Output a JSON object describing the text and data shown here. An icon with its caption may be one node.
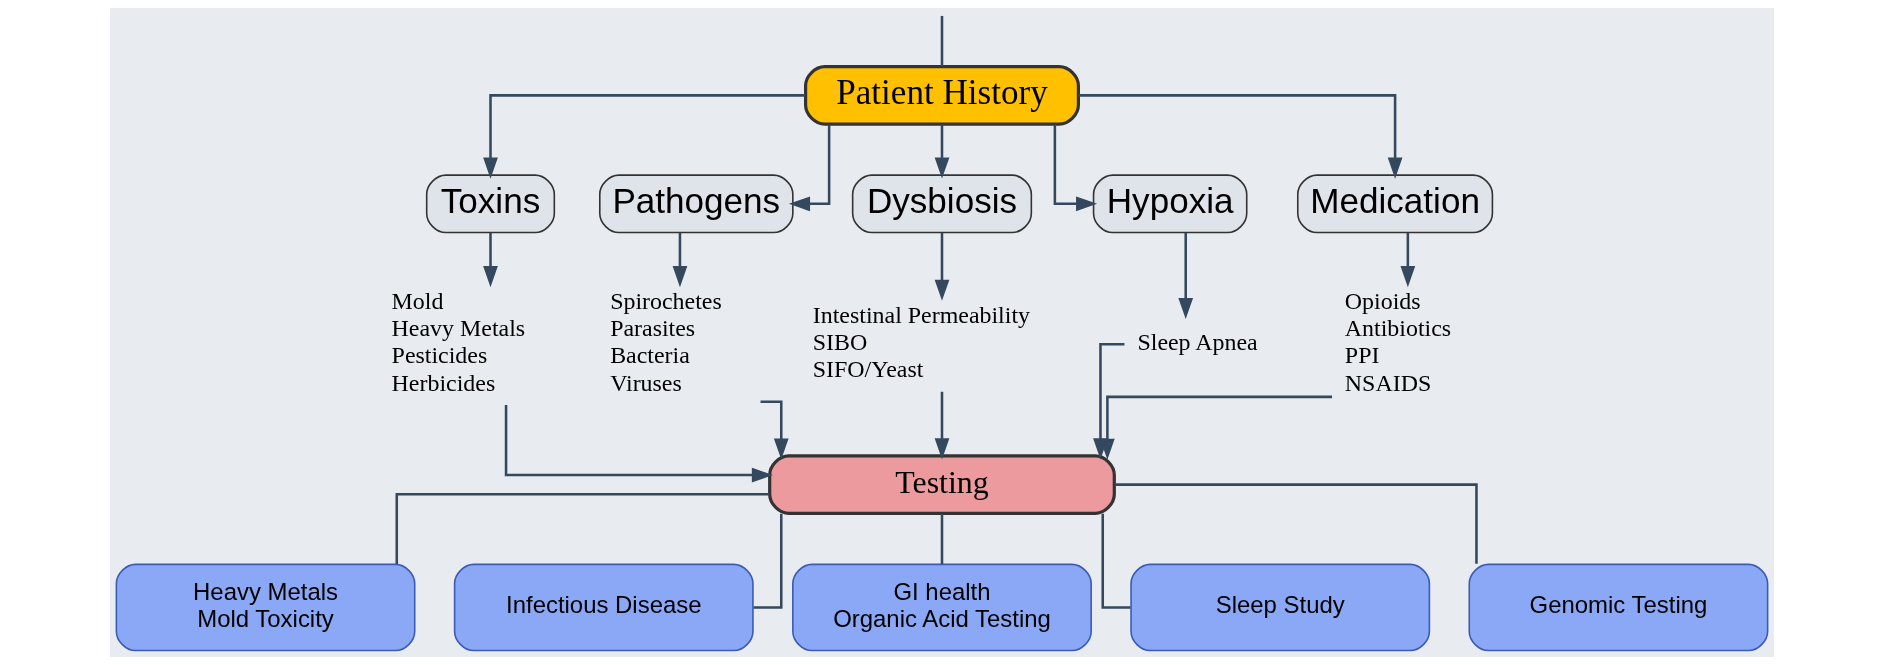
{
  "diagram": {
    "nodes": [
      {
        "text": [
          "Patient History"
        ]
      },
      {
        "text": [
          "Toxins"
        ]
      },
      {
        "text": [
          "Pathogens"
        ]
      },
      {
        "text": [
          "Dysbiosis"
        ]
      },
      {
        "text": [
          "Hypoxia"
        ]
      },
      {
        "text": [
          "Medication"
        ]
      },
      {
        "text": [
          "Mold",
          "Heavy Metals",
          "Pesticides",
          "Herbicides"
        ]
      },
      {
        "text": [
          "Spirochetes",
          "Parasites",
          "Bacteria",
          "Viruses"
        ]
      },
      {
        "text": [
          "Intestinal Permeability",
          "SIBO",
          "SIFO/Yeast"
        ]
      },
      {
        "text": [
          "Sleep Apnea"
        ]
      },
      {
        "text": [
          "Opioids",
          "Antibiotics",
          "PPI",
          "NSAIDS"
        ]
      },
      {
        "text": [
          "Testing"
        ]
      },
      {
        "text": [
          "Heavy Metals",
          "Mold Toxicity"
        ]
      },
      {
        "text": [
          "Infectious Disease"
        ]
      },
      {
        "text": [
          "GI health",
          "Organic Acid Testing"
        ]
      },
      {
        "text": [
          "Sleep Study"
        ]
      },
      {
        "text": [
          "Genomic Testing"
        ]
      }
    ],
    "edges": [
      {
        "from": null,
        "to": 0,
        "arrow": "none"
      },
      {
        "from": 0,
        "to": 1,
        "arrow": "to"
      },
      {
        "from": 0,
        "to": 2,
        "arrow": "to"
      },
      {
        "from": 0,
        "to": 3,
        "arrow": "to"
      },
      {
        "from": 0,
        "to": 4,
        "arrow": "to"
      },
      {
        "from": 0,
        "to": 5,
        "arrow": "to"
      },
      {
        "from": 1,
        "to": 6,
        "arrow": "to"
      },
      {
        "from": 2,
        "to": 7,
        "arrow": "to"
      },
      {
        "from": 3,
        "to": 8,
        "arrow": "to"
      },
      {
        "from": 4,
        "to": 9,
        "arrow": "to"
      },
      {
        "from": 5,
        "to": 10,
        "arrow": "to"
      },
      {
        "from": 6,
        "to": 11,
        "arrow": "to"
      },
      {
        "from": 7,
        "to": 11,
        "arrow": "to"
      },
      {
        "from": 8,
        "to": 11,
        "arrow": "to"
      },
      {
        "from": 9,
        "to": 11,
        "arrow": "to"
      },
      {
        "from": 10,
        "to": 11,
        "arrow": "to"
      },
      {
        "from": 11,
        "to": 12,
        "arrow": "none"
      },
      {
        "from": 11,
        "to": 13,
        "arrow": "none"
      },
      {
        "from": 11,
        "to": 14,
        "arrow": "none"
      },
      {
        "from": 11,
        "to": 15,
        "arrow": "none"
      },
      {
        "from": 11,
        "to": 16,
        "arrow": "none"
      }
    ]
  }
}
